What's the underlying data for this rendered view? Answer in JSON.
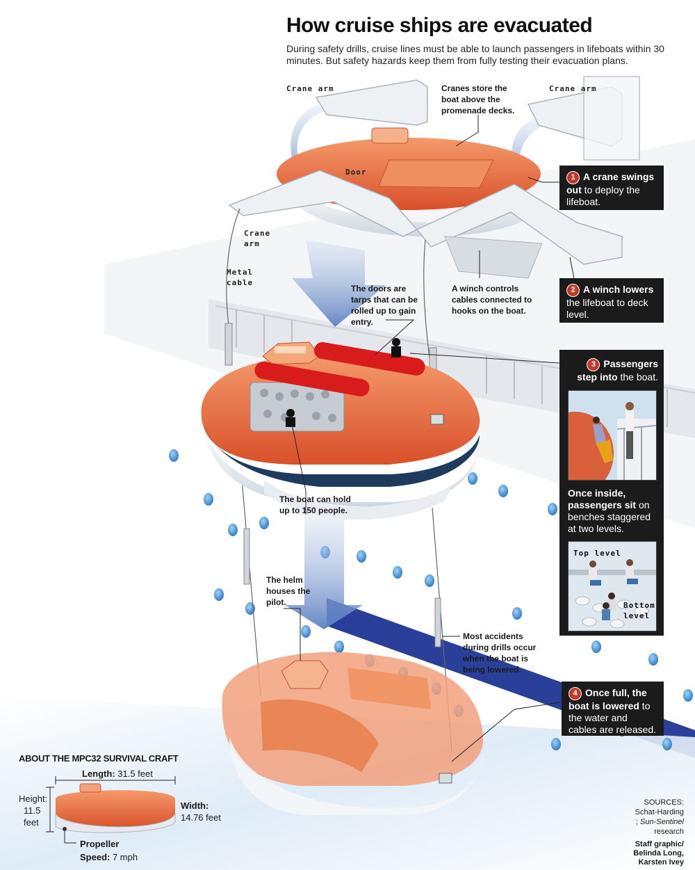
{
  "header": {
    "title": "How cruise ships are evacuated",
    "subtitle": "During safety drills, cruise lines must be able to launch passengers in lifeboats within 30 minutes. But safety hazards keep them from fully testing their evacuation plans."
  },
  "labels": {
    "crane_arm_left": "Crane arm",
    "crane_arm_right": "Crane arm",
    "crane_arm_mid_1": "Crane",
    "crane_arm_mid_2": "arm",
    "cranes_store": "Cranes store the boat above the promenade decks.",
    "door": "Door",
    "metal_cable_1": "Metal",
    "metal_cable_2": "cable",
    "doors_tarps": "The doors are tarps that can be rolled up to gain entry.",
    "winch_controls": "A winch controls cables connected to hooks on the boat.",
    "boat_capacity": "The boat can hold up to 150 people.",
    "helm": "The helm houses the pilot.",
    "accidents": "Most accidents during drills occur when the boat is being lowered."
  },
  "steps": [
    {
      "number": "1",
      "bold": "A crane swings out",
      "rest": " to deploy the lifeboat."
    },
    {
      "number": "2",
      "bold": "A winch lowers",
      "rest": " the lifeboat to deck level."
    },
    {
      "number": "3",
      "bold": "Passengers step into",
      "rest": " the boat."
    },
    {
      "number": "4",
      "bold": "Once full, the boat is lowered",
      "rest": " to the water and cables are released."
    }
  ],
  "panel": {
    "inside_bold": "Once inside, passengers sit",
    "inside_rest": " on benches staggered at two levels.",
    "top_level": "Top level",
    "bottom_level_1": "Bottom",
    "bottom_level_2": "level"
  },
  "about": {
    "heading": "ABOUT THE MPC32 SURVIVAL CRAFT",
    "length_label": "Length:",
    "length_value": " 31.5 feet",
    "height_label": "Height:",
    "height_value_1": "11.5",
    "height_value_2": "feet",
    "width_label": "Width:",
    "width_value": "14.76 feet",
    "propeller_label": "Propeller",
    "speed_label": "Speed:",
    "speed_value": " 7 mph"
  },
  "sources": {
    "heading": "SOURCES:",
    "line1": "Schat-Harding",
    "line2_pre": "; ",
    "line2_italic": "Sun-Sentinel",
    "line3": "research"
  },
  "credit": {
    "line1": "Staff graphic/",
    "line2": "Belinda Long,",
    "line3": "Karsten Ivey"
  },
  "colors": {
    "boat_orange": "#e8663c",
    "callout_bg": "#1b1b1b",
    "number_red": "#c0392b",
    "water_blue": "#2a3f9a",
    "arrow_blue": "#7f9cd0"
  }
}
